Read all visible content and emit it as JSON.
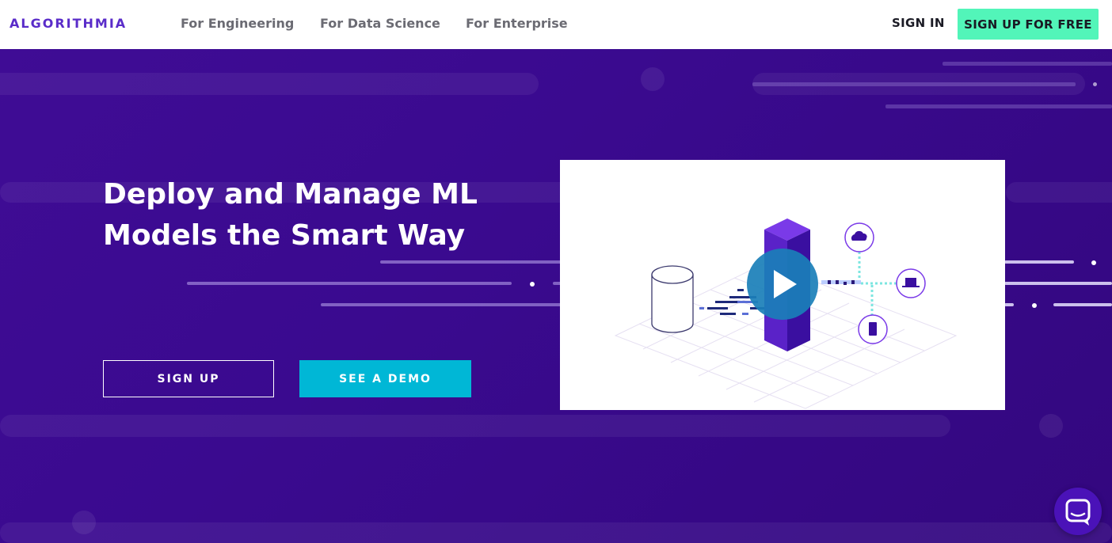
{
  "header": {
    "logo_text": "ALGORITHMIA",
    "nav": [
      {
        "label": "For Engineering"
      },
      {
        "label": "For Data Science"
      },
      {
        "label": "For Enterprise"
      }
    ],
    "sign_in_label": "SIGN IN",
    "sign_up_free_label": "SIGN UP FOR FREE"
  },
  "hero": {
    "headline_line1": "Deploy and Manage ML",
    "headline_line2": "Models the Smart Way",
    "sign_up_label": "SIGN UP",
    "demo_label": "SEE A DEMO"
  },
  "colors": {
    "brand_purple": "#5a2cc9",
    "hero_bg": "#3a0a8f",
    "accent_green": "#52f5b9",
    "accent_cyan": "#00b7d6"
  },
  "icons": {
    "play": "play-icon",
    "chat": "chat-icon",
    "cloud": "cloud-icon",
    "laptop": "laptop-icon",
    "mobile": "mobile-icon",
    "database": "database-icon"
  }
}
